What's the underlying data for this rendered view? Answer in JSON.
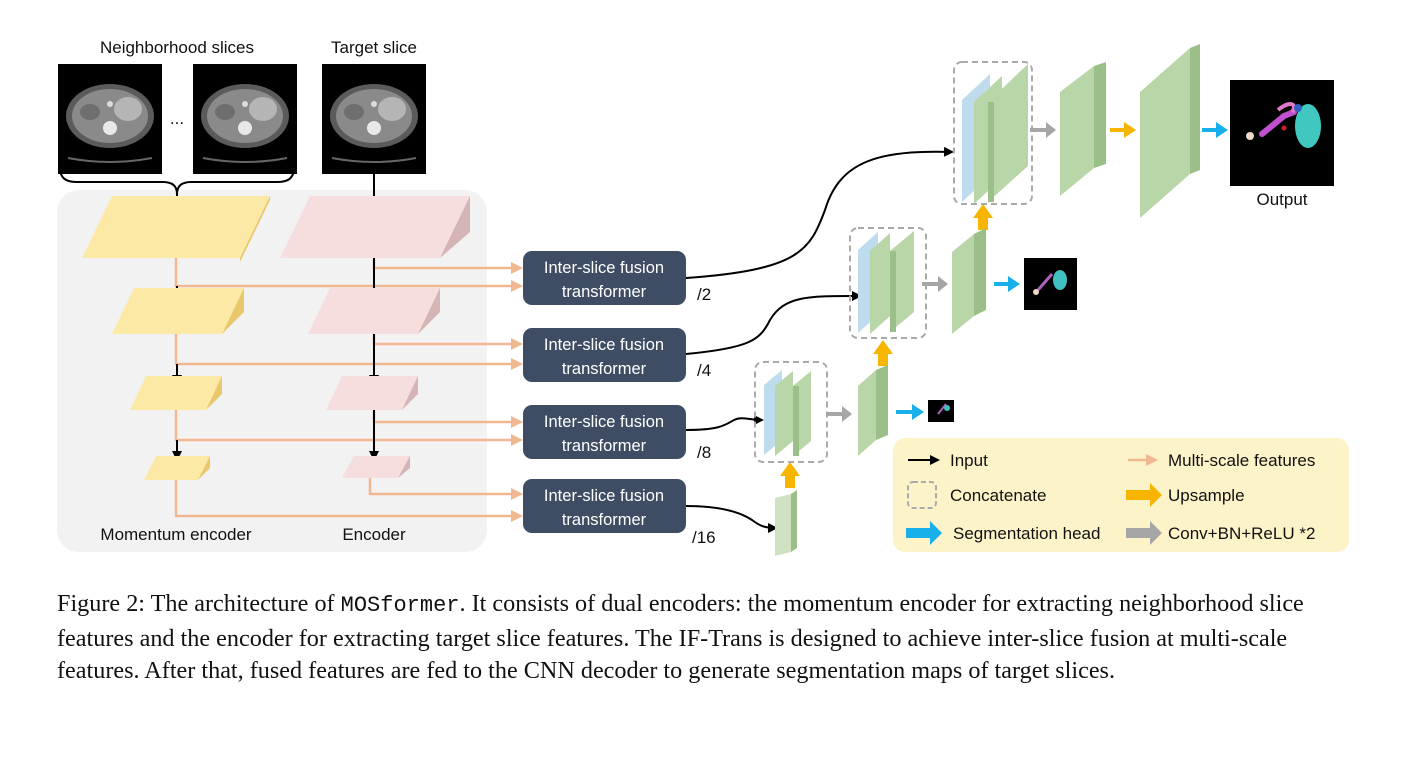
{
  "labels": {
    "neighborhood_slices": "Neighborhood slices",
    "target_slice": "Target slice",
    "ellipsis": "...",
    "momentum_encoder": "Momentum encoder",
    "encoder": "Encoder",
    "output": "Output"
  },
  "fusion_blocks": [
    {
      "line1": "Inter-slice fusion",
      "line2": "transformer",
      "scale": "/2"
    },
    {
      "line1": "Inter-slice fusion",
      "line2": "transformer",
      "scale": "/4"
    },
    {
      "line1": "Inter-slice fusion",
      "line2": "transformer",
      "scale": "/8"
    },
    {
      "line1": "Inter-slice fusion",
      "line2": "transformer",
      "scale": "/16"
    }
  ],
  "legend": {
    "input": "Input",
    "multi_scale": "Multi-scale features",
    "concatenate": "Concatenate",
    "upsample": "Upsample",
    "seg_head": "Segmentation head",
    "conv": "Conv+BN+ReLU *2"
  },
  "colors": {
    "momentum_feature": "#fde9a6",
    "encoder_feature": "#f6dede",
    "fusion_box": "#3e4d63",
    "decoder_feature": "#b8d6a8",
    "concat_feature": "#bfdcef",
    "multi_scale_arrow": "#f0b890",
    "upsample_arrow": "#f8b500",
    "seg_head_arrow": "#18b0ea",
    "conv_arrow": "#a6a6a6",
    "legend_bg": "#fdf3c9",
    "encoder_panel": "#f2f2f2"
  },
  "caption": {
    "prefix": "Figure 2: The architecture of ",
    "model": "MOSformer",
    "rest": ". It consists of dual encoders: the momentum encoder for extracting neighborhood slice features and the encoder for extracting target slice features. The IF-Trans is designed to achieve inter-slice fusion at multi-scale features. After that, fused features are fed to the CNN decoder to generate segmentation maps of target slices."
  }
}
